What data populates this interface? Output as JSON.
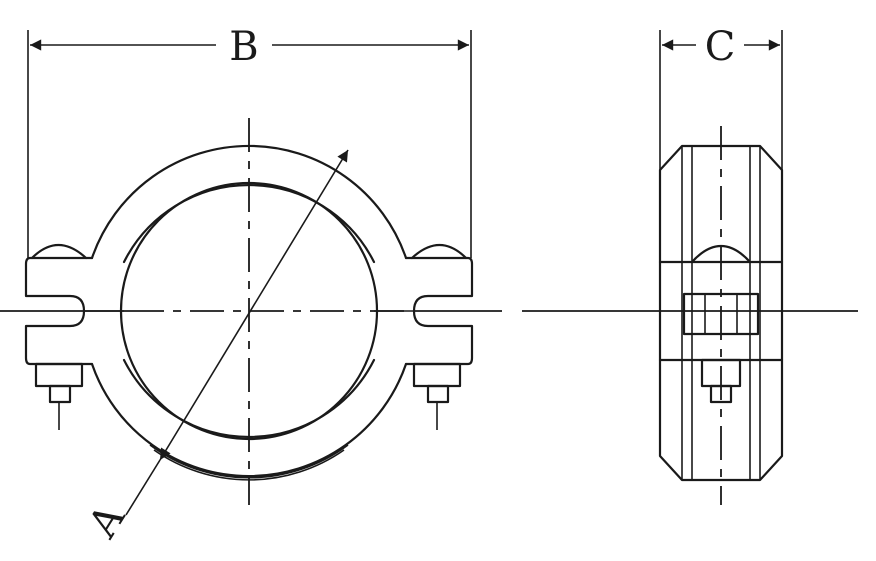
{
  "labels": {
    "dim_a": "A",
    "dim_b": "B",
    "dim_c": "C"
  }
}
